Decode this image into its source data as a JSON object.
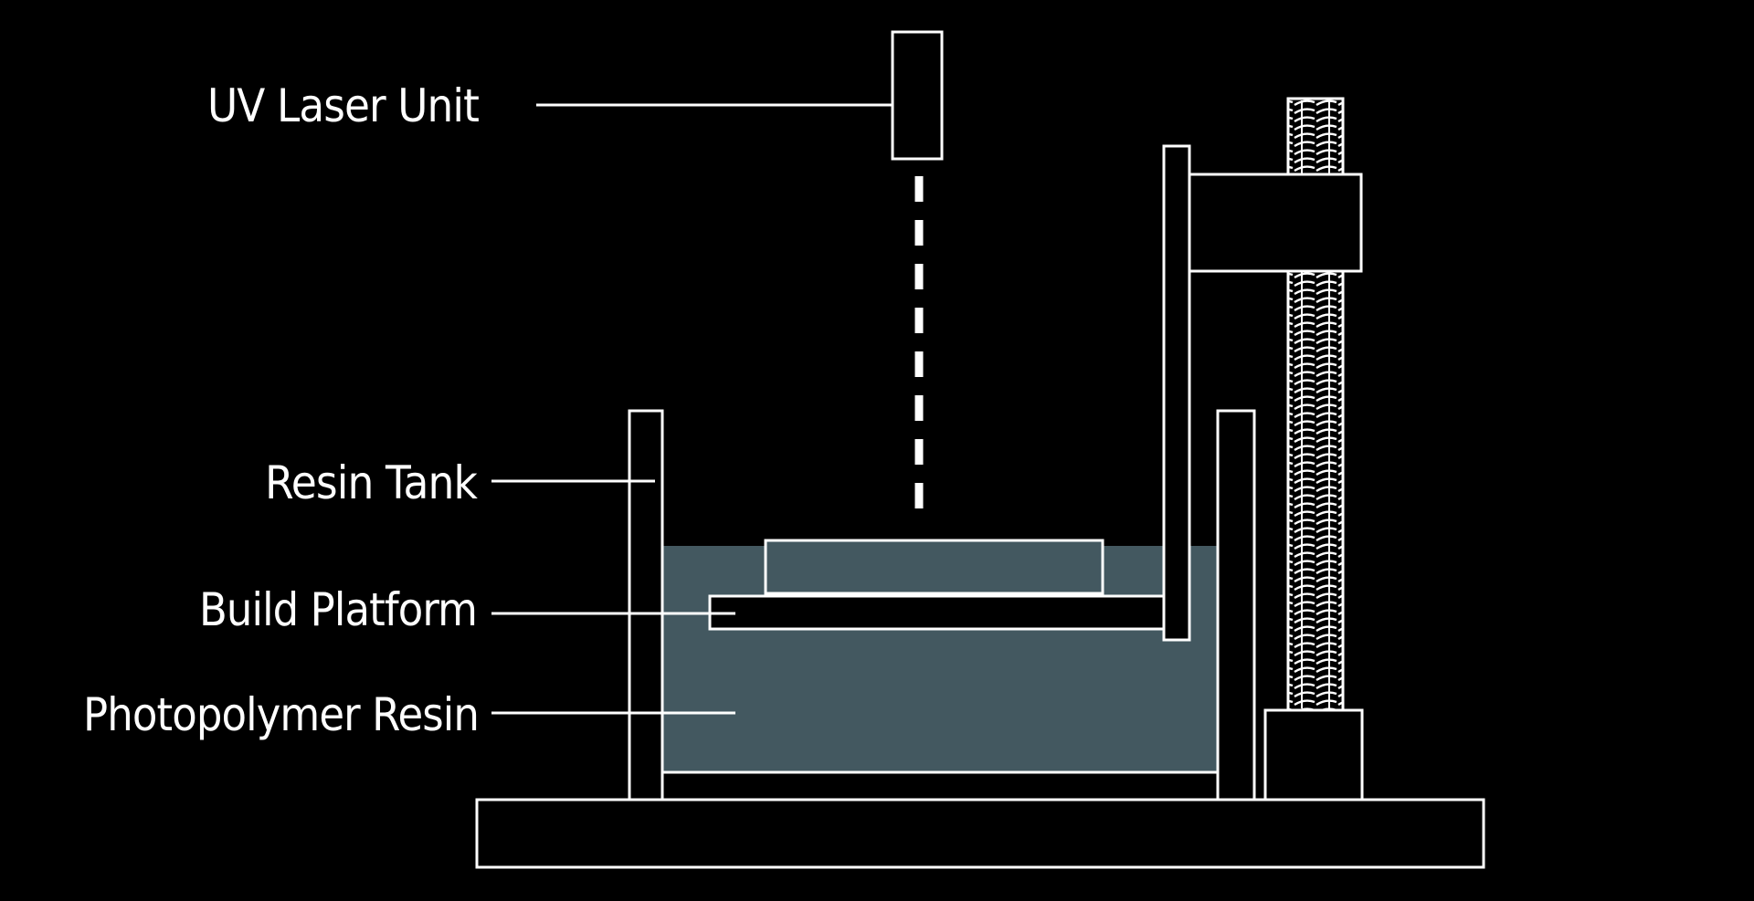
{
  "diagram": {
    "labels": {
      "uv_laser_unit": "UV Laser Unit",
      "resin_tank": "Resin Tank",
      "build_platform": "Build Platform",
      "photopolymer_resin": "Photopolymer Resin"
    },
    "colors": {
      "background": "#000000",
      "line": "#ffffff",
      "resin": "#435860",
      "text": "#ffffff"
    }
  }
}
